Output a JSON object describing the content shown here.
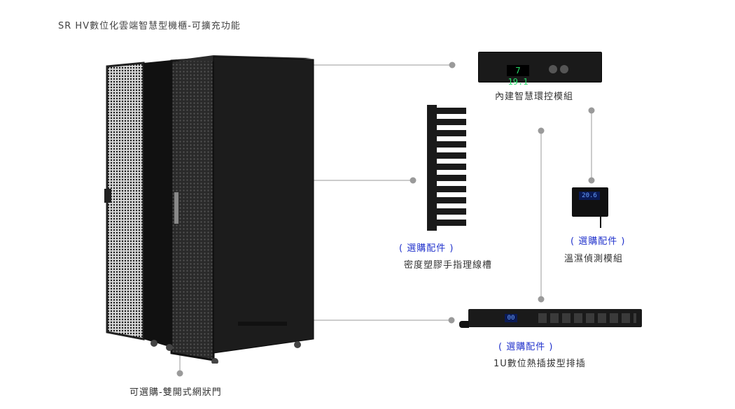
{
  "title": "SR HV數位化雲端智慧型機櫃-可擴充功能",
  "features": [
    {
      "label": "內建智慧環控模組",
      "optional": ""
    },
    {
      "label": "密度塑膠手指理線槽",
      "optional": "( 選購配件 )"
    },
    {
      "label": "溫濕偵測模組",
      "optional": "( 選購配件 )"
    },
    {
      "label": "1U數位熱插拔型排插",
      "optional": "( 選購配件 )"
    },
    {
      "label": "可選購-雙開式網狀門",
      "optional": ""
    }
  ],
  "displays": {
    "env_module": "7 19.1",
    "sensor": "20.6",
    "pdu": "00"
  },
  "colors": {
    "connector": "#9a9a9a",
    "optional_text": "#2233cc",
    "cabinet": "#1c1c1c",
    "display_green": "#27e06a",
    "display_blue": "#3a6cff"
  }
}
